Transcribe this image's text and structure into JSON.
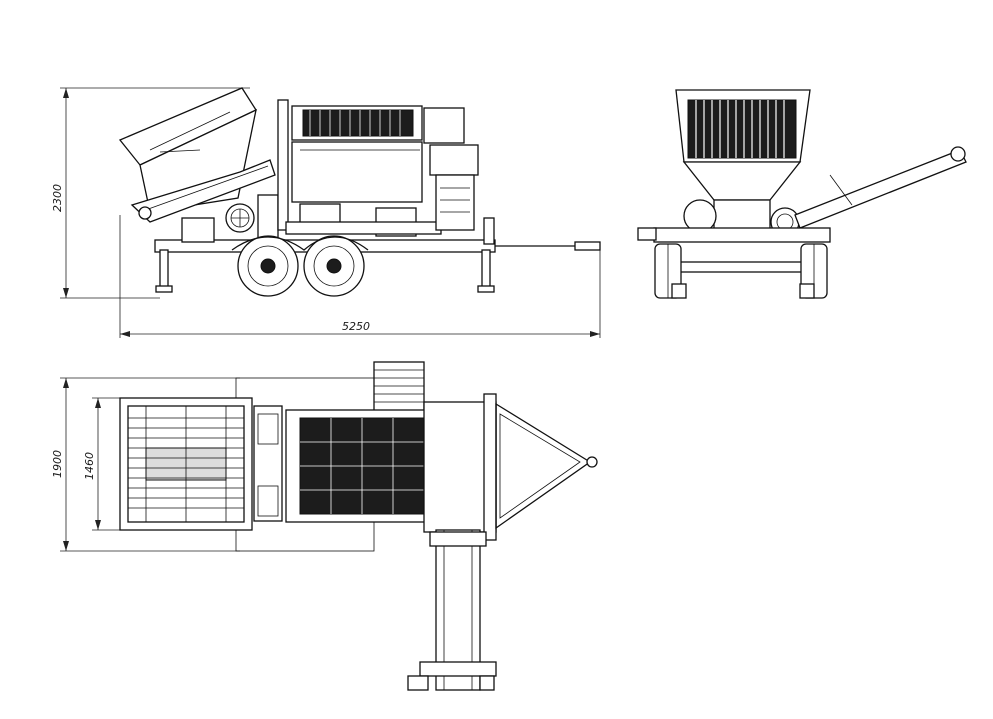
{
  "drawing": {
    "dimensions": {
      "overall_height": "2300",
      "overall_length": "5250",
      "overall_width": "1900",
      "inner_width": "1460"
    }
  }
}
